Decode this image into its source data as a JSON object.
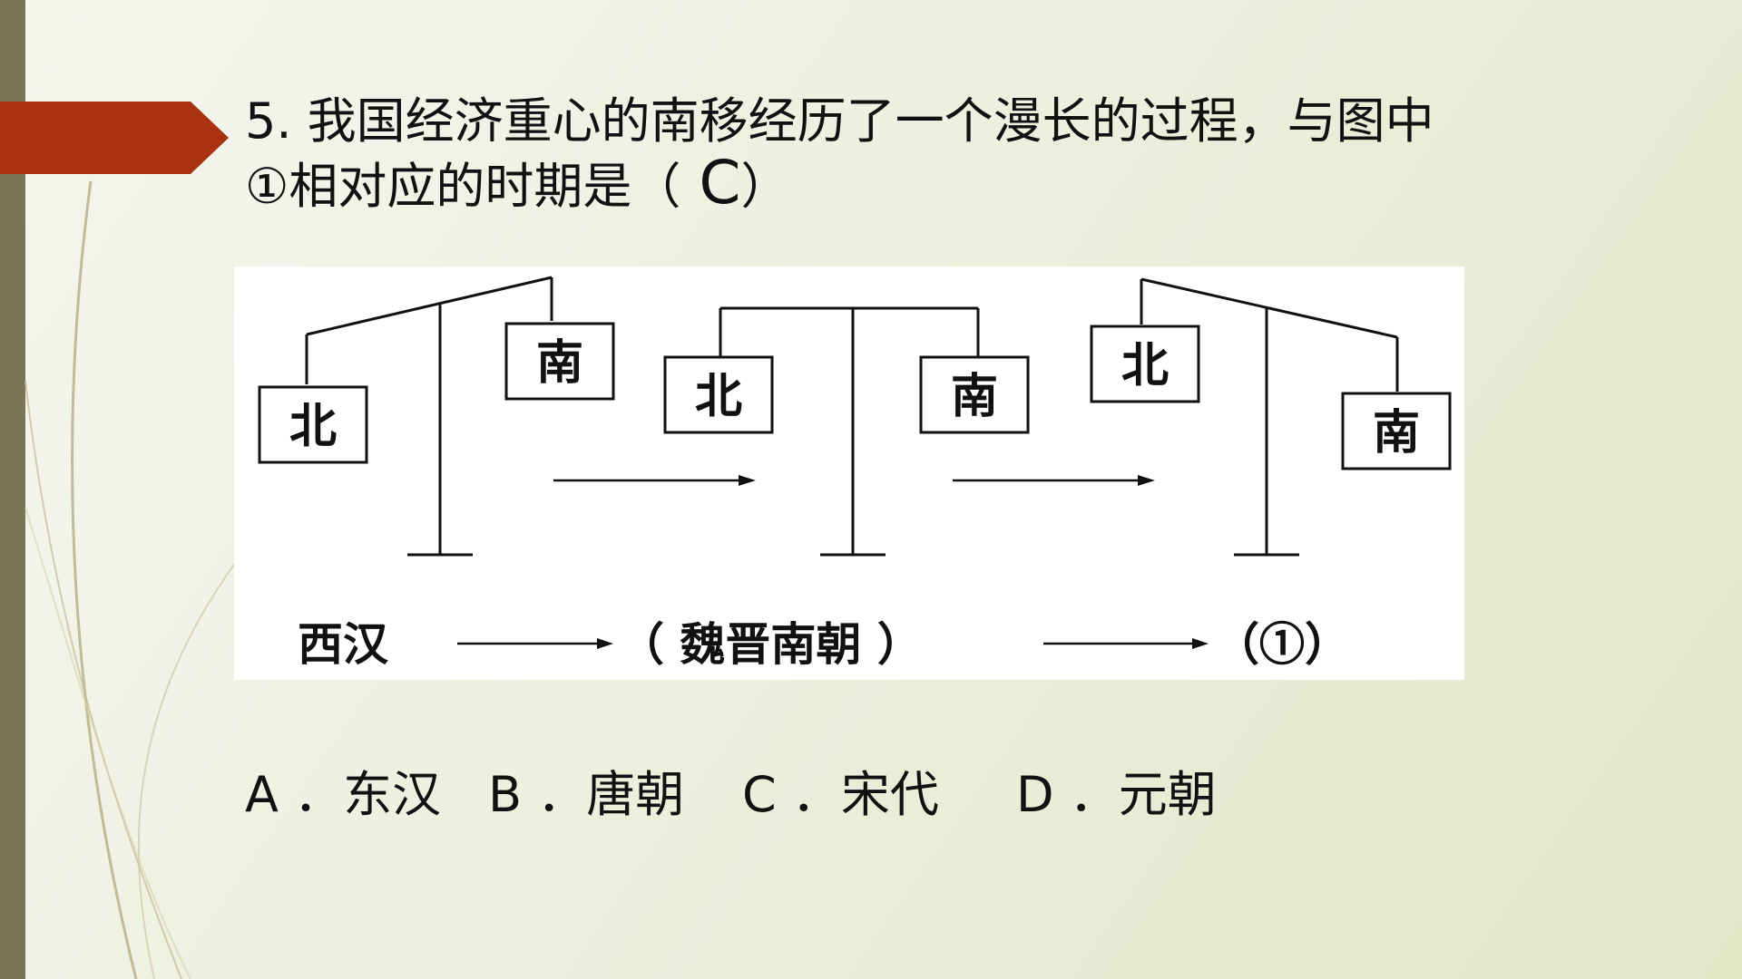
{
  "question": {
    "line1": "5. 我国经济重心的南移经历了一个漫长的过程，与图中",
    "line2": "①相对应的时期是（",
    "answer": "C",
    "close": "）"
  },
  "diagram": {
    "box_labels": [
      "北",
      "南",
      "北",
      "南",
      "北",
      "南"
    ],
    "timeline": [
      "西汉",
      "（ 魏晋南朝 ）",
      "（①）"
    ]
  },
  "options": [
    {
      "letter": "A",
      "text": "．东汉"
    },
    {
      "letter": "B",
      "text": "．唐朝"
    },
    {
      "letter": "C",
      "text": "．宋代"
    },
    {
      "letter": "D",
      "text": "．元朝"
    }
  ],
  "colors": {
    "side_bar": "#7a7456",
    "accent_arrow": "#a93213",
    "background": "#eef1e0"
  }
}
